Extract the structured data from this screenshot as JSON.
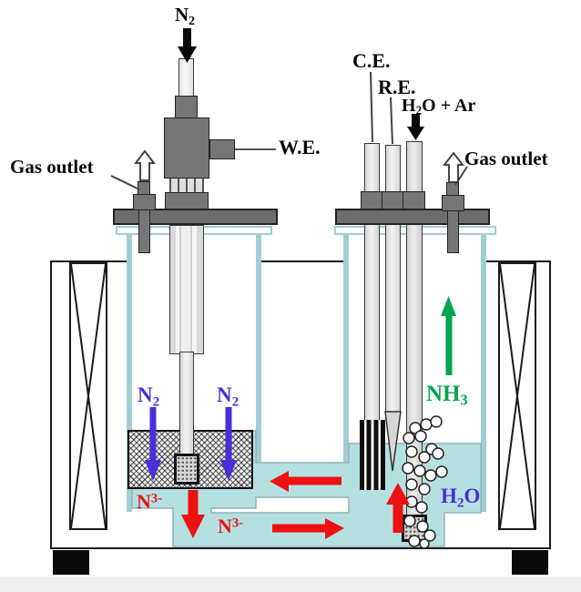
{
  "diagram": {
    "type": "electrochemical-cell-schematic",
    "labels": {
      "n2_inlet": {
        "base": "N",
        "sub": "2"
      },
      "working_electrode": "W.E.",
      "counter_electrode": "C.E.",
      "reference_electrode": "R.E.",
      "h2o_ar_inlet": {
        "p1": "H",
        "sub": "2",
        "p2": "O + Ar"
      },
      "gas_outlet_left": "Gas outlet",
      "gas_outlet_right": "Gas outlet",
      "n2_dissolved_left": {
        "base": "N",
        "sub": "2"
      },
      "n2_dissolved_right": {
        "base": "N",
        "sub": "2"
      },
      "nh3_product": {
        "base": "NH",
        "sub": "3"
      },
      "nitride_left": {
        "base": "N",
        "sup": "3-"
      },
      "nitride_bottom": {
        "base": "N",
        "sup": "3-"
      },
      "h2o_bubbles": {
        "p1": "H",
        "sub": "2",
        "p2": "O"
      }
    },
    "colors": {
      "electrolyte": "#b5e0e2",
      "glass_wall": "#a3cdd2",
      "fitting_gray": "#767676",
      "lid_gray": "#6d6d6d",
      "tube_gray": "#dcdcdc",
      "flow_red": "#ee1111",
      "n2_blue": "#4a2fd8",
      "h2o_blue": "#4a2fd8",
      "nh3_green": "#00a651",
      "label_black": "#0a0a0a"
    }
  }
}
